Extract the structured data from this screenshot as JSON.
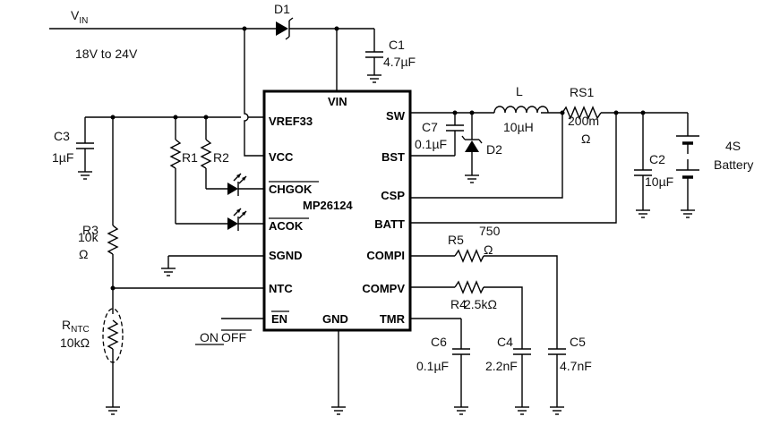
{
  "input": {
    "label_main": "V",
    "label_sub": "IN",
    "range": "18V to 24V"
  },
  "ic": {
    "name": "MP26124",
    "pins_left": [
      "VREF33",
      "VCC",
      "CHGOK",
      "ACOK",
      "SGND",
      "NTC",
      "EN"
    ],
    "pins_right": [
      "SW",
      "BST",
      "CSP",
      "BATT",
      "COMPI",
      "COMPV",
      "TMR"
    ],
    "pin_top": "VIN",
    "pin_bottom": "GND"
  },
  "components": {
    "d1": "D1",
    "d2": "D2",
    "c1": {
      "name": "C1",
      "value": "4.7µF"
    },
    "c2": {
      "name": "C2",
      "value": "10µF"
    },
    "c3": {
      "name": "C3",
      "value": "1µF"
    },
    "c4": {
      "name": "C4",
      "value": "2.2nF"
    },
    "c5": {
      "name": "C5",
      "value": "4.7nF"
    },
    "c6": {
      "name": "C6",
      "value": "0.1µF"
    },
    "c7": {
      "name": "C7",
      "value": "0.1µF"
    },
    "l": {
      "name": "L",
      "value": "10µH"
    },
    "rs1": {
      "name": "RS1",
      "value_line1": "200m",
      "value_line2": "Ω"
    },
    "r1": "R1",
    "r2": "R2",
    "r3": {
      "name": "R3",
      "value_line1": "10k",
      "value_line2": "Ω"
    },
    "r4": {
      "name": "R4",
      "value": "2.5kΩ"
    },
    "r5": {
      "name": "R5",
      "value_line1": "750",
      "value_line2": "Ω"
    },
    "rntc": {
      "name_main": "R",
      "name_sub": "NTC",
      "value": "10kΩ"
    }
  },
  "battery": {
    "line1": "4S",
    "line2": "Battery"
  },
  "switch": {
    "on": "ON",
    "off": "OFF"
  }
}
